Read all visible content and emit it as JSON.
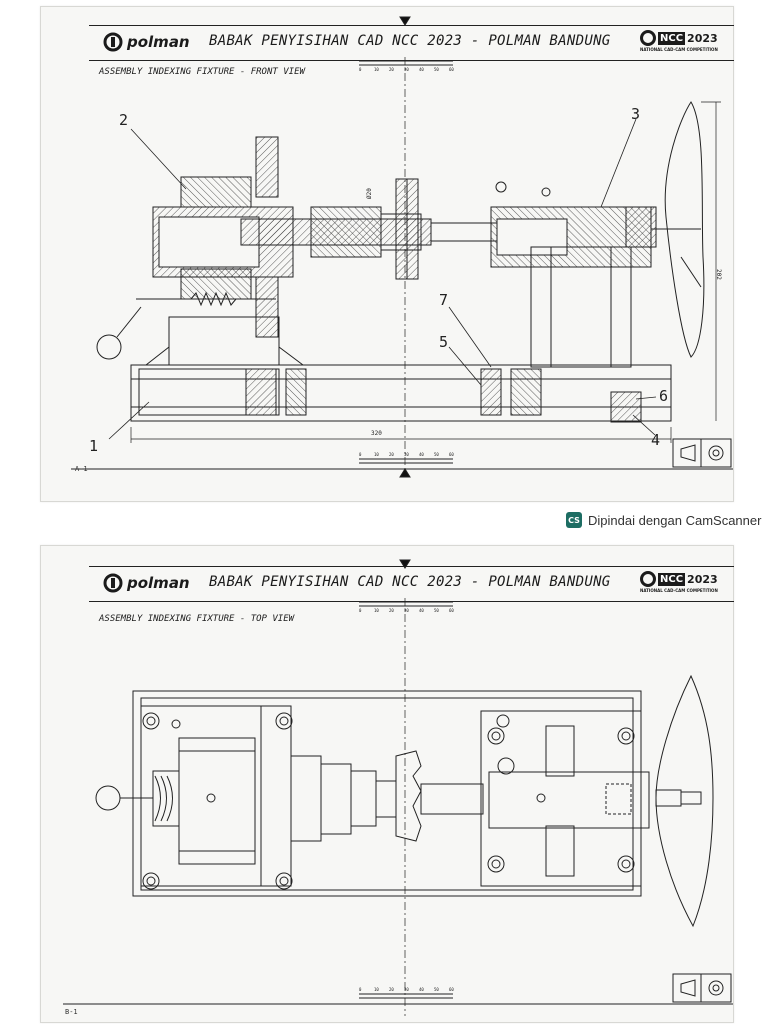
{
  "scan_badge": {
    "icon": "CS",
    "text": "Dipindai dengan CamScanner"
  },
  "sheets": [
    {
      "logo_text": "polman",
      "title": "BABAK PENYISIHAN CAD NCC 2023 - POLMAN BANDUNG",
      "badge": {
        "label": "NCC",
        "year": "2023",
        "subtitle": "NATIONAL CAD-CAM COMPETITION"
      },
      "view_title": "ASSEMBLY INDEXING FIXTURE - FRONT VIEW",
      "sheet_code": "A-1",
      "dimensions": {
        "overall_length": "320",
        "height": "202",
        "diameter": "Ø20"
      },
      "balloons": [
        "1",
        "2",
        "3",
        "4",
        "5",
        "6",
        "7"
      ]
    },
    {
      "logo_text": "polman",
      "title": "BABAK PENYISIHAN CAD NCC 2023 - POLMAN BANDUNG",
      "badge": {
        "label": "NCC",
        "year": "2023",
        "subtitle": "NATIONAL CAD-CAM COMPETITION"
      },
      "view_title": "ASSEMBLY INDEXING FIXTURE - TOP VIEW",
      "sheet_code": "B-1"
    }
  ],
  "scale_ticks": [
    "0",
    "10",
    "20",
    "30",
    "40",
    "50",
    "60"
  ]
}
